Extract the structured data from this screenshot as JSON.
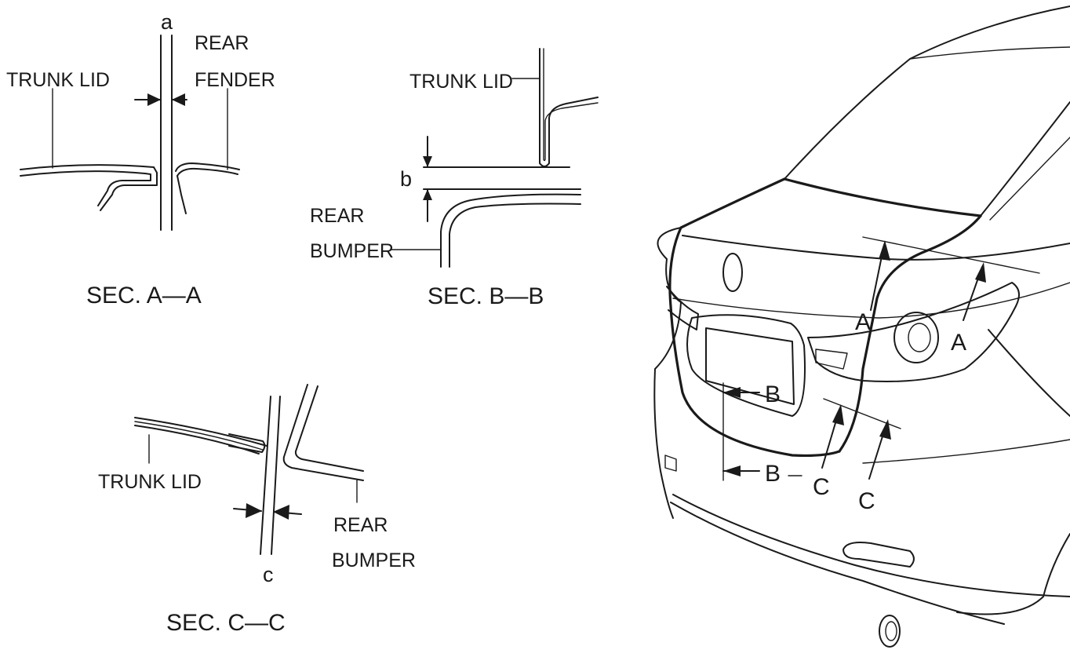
{
  "section_a": {
    "title": "SEC. A—A",
    "dimension": "a",
    "label_trunk_lid": "TRUNK LID",
    "label_rear_fender_line1": "REAR",
    "label_rear_fender_line2": "FENDER"
  },
  "section_b": {
    "title": "SEC. B—B",
    "dimension": "b",
    "label_trunk_lid": "TRUNK LID",
    "label_rear_bumper_line1": "REAR",
    "label_rear_bumper_line2": "BUMPER"
  },
  "section_c": {
    "title": "SEC. C—C",
    "dimension": "c",
    "label_trunk_lid": "TRUNK LID",
    "label_rear_bumper_line1": "REAR",
    "label_rear_bumper_line2": "BUMPER"
  },
  "vehicle_view": {
    "marker_a": "A",
    "marker_b": "B",
    "marker_c": "C"
  }
}
